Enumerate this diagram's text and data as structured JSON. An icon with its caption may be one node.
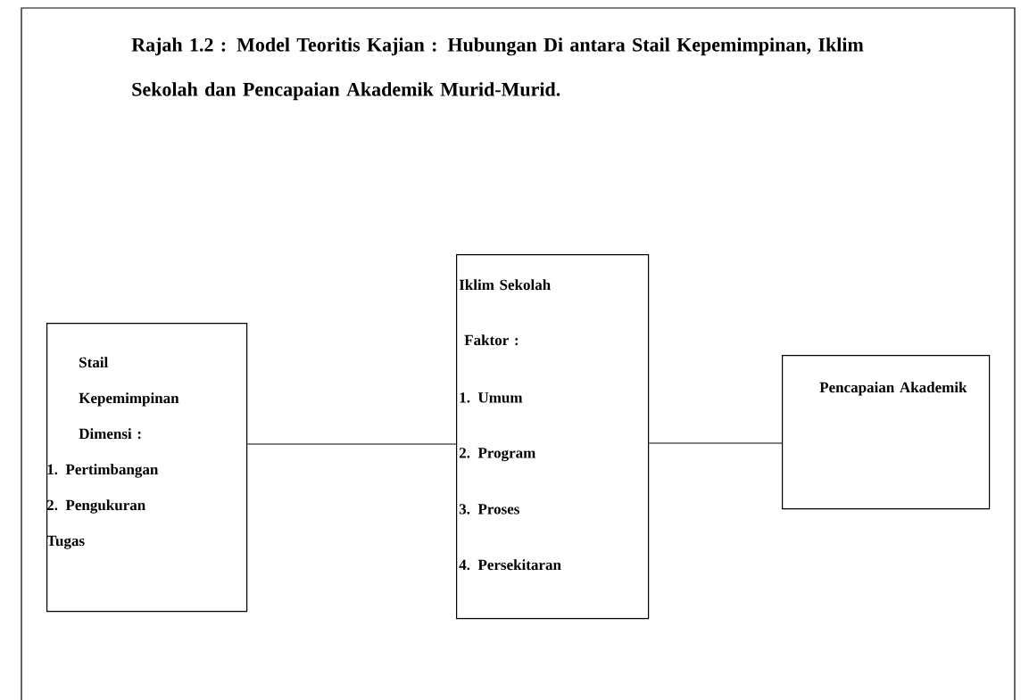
{
  "diagram": {
    "title": "Rajah 1.2 : Model Teoritis Kajian :  Hubungan Di antara Stail Kepemimpinan, Iklim Sekolah dan Pencapaian Akademik Murid-Murid.",
    "nodes": [
      {
        "text": [
          "Stail Kepemimpinan",
          "Dimensi :",
          "1. Pertimbangan",
          "2. Pengukuran Tugas"
        ]
      },
      {
        "text": [
          "Iklim Sekolah",
          "Faktor :",
          "1. Umum",
          "2. Program",
          "3. Proses",
          "4. Persekitaran"
        ]
      },
      {
        "text": [
          "Pencapaian Akademik"
        ]
      }
    ],
    "edges": [
      {
        "from": 0,
        "to": 1,
        "arrow": "none"
      },
      {
        "from": 1,
        "to": 2,
        "arrow": "none"
      }
    ]
  }
}
